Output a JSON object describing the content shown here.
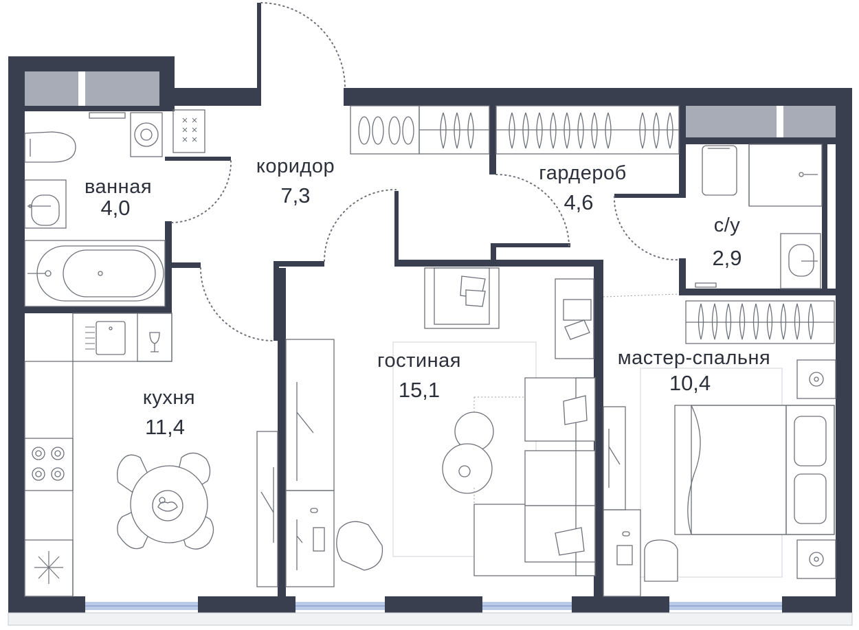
{
  "rooms": {
    "bathroom": {
      "label": "ванная",
      "area": "4,0"
    },
    "corridor": {
      "label": "коридор",
      "area": "7,3"
    },
    "wardrobe": {
      "label": "гардероб",
      "area": "4,6"
    },
    "toilet": {
      "label": "с/у",
      "area": "2,9"
    },
    "kitchen": {
      "label": "кухня",
      "area": "11,4"
    },
    "living": {
      "label": "гостиная",
      "area": "15,1"
    },
    "master": {
      "label": "мастер-спальня",
      "area": "10,4"
    }
  },
  "colors": {
    "wall": "#3a3f4f",
    "glazing": "#a8acb6",
    "window": "#b9c9e6",
    "furniture": "#6d7079"
  }
}
